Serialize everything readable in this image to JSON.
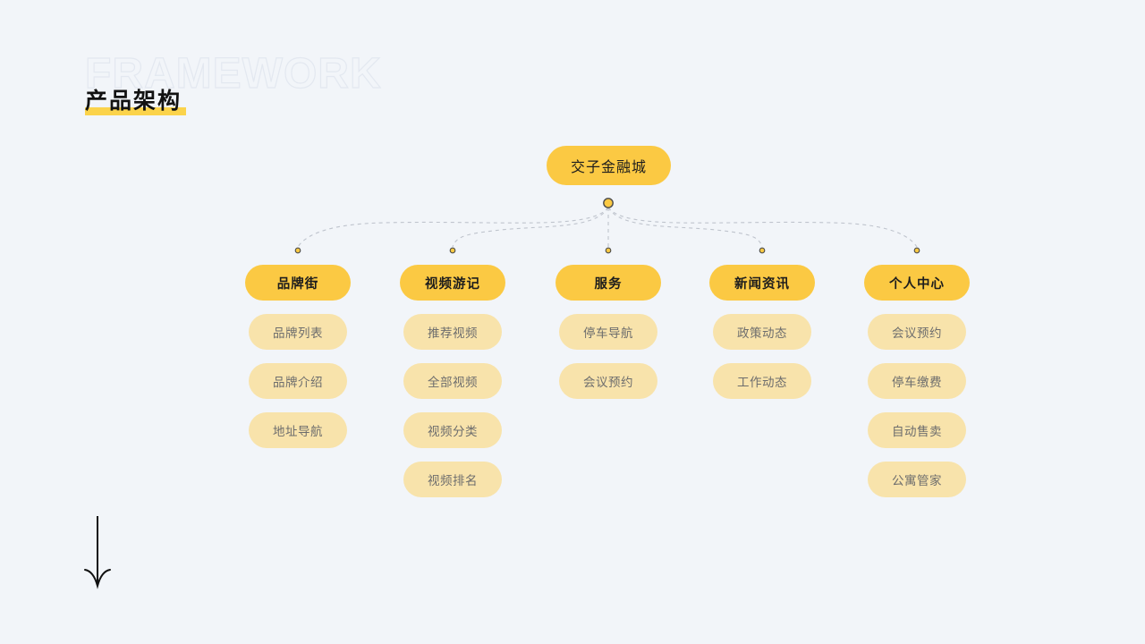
{
  "slide": {
    "background_color": "#f2f5f9",
    "ghost_title": "FRAMEWORK",
    "title": "产品架构",
    "highlight_color": "#fbd34b"
  },
  "palette": {
    "primary_yellow": "#fbc943",
    "soft_yellow": "#f8e3ab",
    "connector_line": "#bfc4cd",
    "text_dark": "#1d1d1d",
    "text_gray": "#6d6d6d"
  },
  "diagram": {
    "root": {
      "label": "交子金融城"
    },
    "columns": [
      {
        "header": "品牌街",
        "items": [
          "品牌列表",
          "品牌介绍",
          "地址导航"
        ]
      },
      {
        "header": "视频游记",
        "items": [
          "推荐视频",
          "全部视频",
          "视频分类",
          "视频排名"
        ]
      },
      {
        "header": "服务",
        "items": [
          "停车导航",
          "会议预约"
        ]
      },
      {
        "header": "新闻资讯",
        "items": [
          "政策动态",
          "工作动态"
        ]
      },
      {
        "header": "个人中心",
        "items": [
          "会议预约",
          "停车缴费",
          "自动售卖",
          "公寓管家"
        ]
      }
    ]
  },
  "decorations": {
    "down_arrow": "down-arrow"
  }
}
